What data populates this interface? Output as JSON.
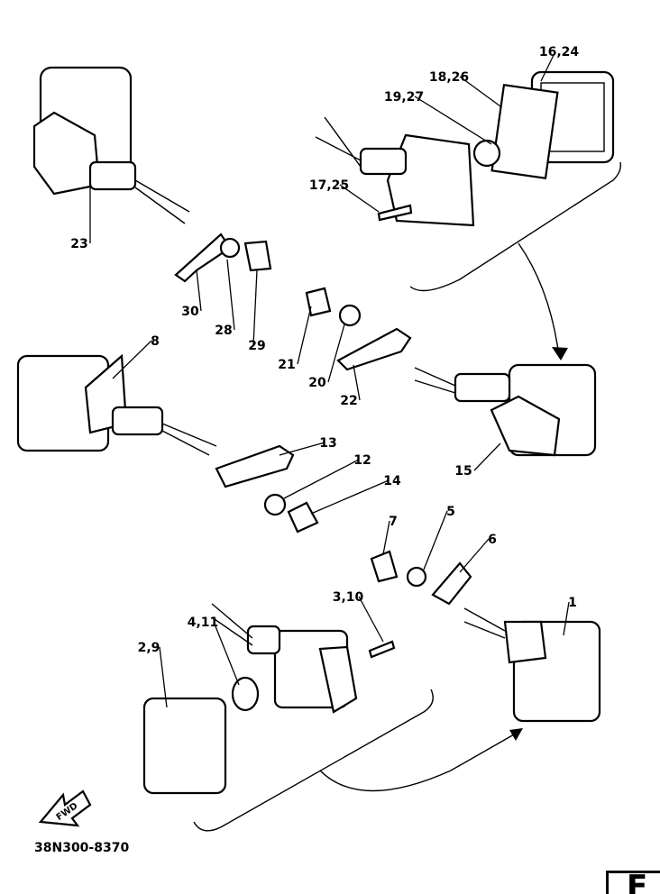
{
  "diagram": {
    "part_labels": [
      "16,24",
      "18,26",
      "19,27",
      "17,25",
      "23",
      "30",
      "28",
      "29",
      "8",
      "21",
      "20",
      "22",
      "13",
      "12",
      "14",
      "15",
      "7",
      "5",
      "6",
      "3,10",
      "1",
      "4,11",
      "2,9"
    ],
    "fwd_label": "FWD",
    "drawing_code": "38N300-8370",
    "page_letter": "F"
  }
}
